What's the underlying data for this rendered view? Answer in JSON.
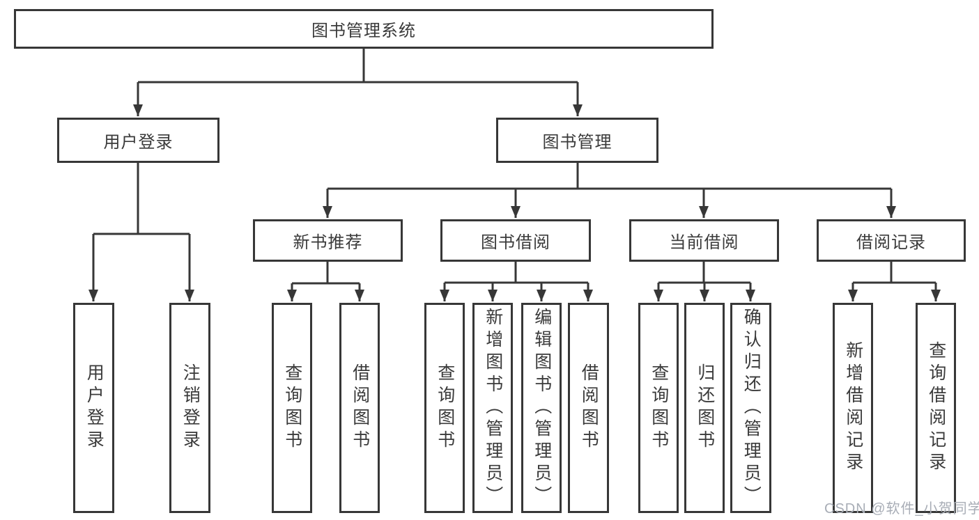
{
  "diagram": {
    "root": {
      "label": "图书管理系统"
    },
    "branches": {
      "user_login": {
        "label": "用户登录"
      },
      "book_mgmt": {
        "label": "图书管理"
      }
    },
    "modules": {
      "new_book": {
        "label": "新书推荐"
      },
      "borrow": {
        "label": "图书借阅"
      },
      "current": {
        "label": "当前借阅"
      },
      "records": {
        "label": "借阅记录"
      }
    },
    "leaves": {
      "user_login_1": {
        "label": "用户登录"
      },
      "user_login_2": {
        "label": "注销登录"
      },
      "new_book_1": {
        "label": "查询图书"
      },
      "new_book_2": {
        "label": "借阅图书"
      },
      "borrow_1": {
        "label": "查询图书"
      },
      "borrow_2": {
        "label": "新增图书（管理员）"
      },
      "borrow_3": {
        "label": "编辑图书（管理员）"
      },
      "borrow_4": {
        "label": "借阅图书"
      },
      "current_1": {
        "label": "查询图书"
      },
      "current_2": {
        "label": "归还图书"
      },
      "current_3": {
        "label": "确认归还（管理员）"
      },
      "records_1": {
        "label": "新增借阅记录"
      },
      "records_2": {
        "label": "查询借阅记录"
      }
    },
    "watermark": "CSDN @软件_小贺同学",
    "colors": {
      "line": "#373737",
      "box_bg": "#ffffff",
      "text": "#3a3a3a",
      "watermark": "#a8adb6"
    }
  }
}
